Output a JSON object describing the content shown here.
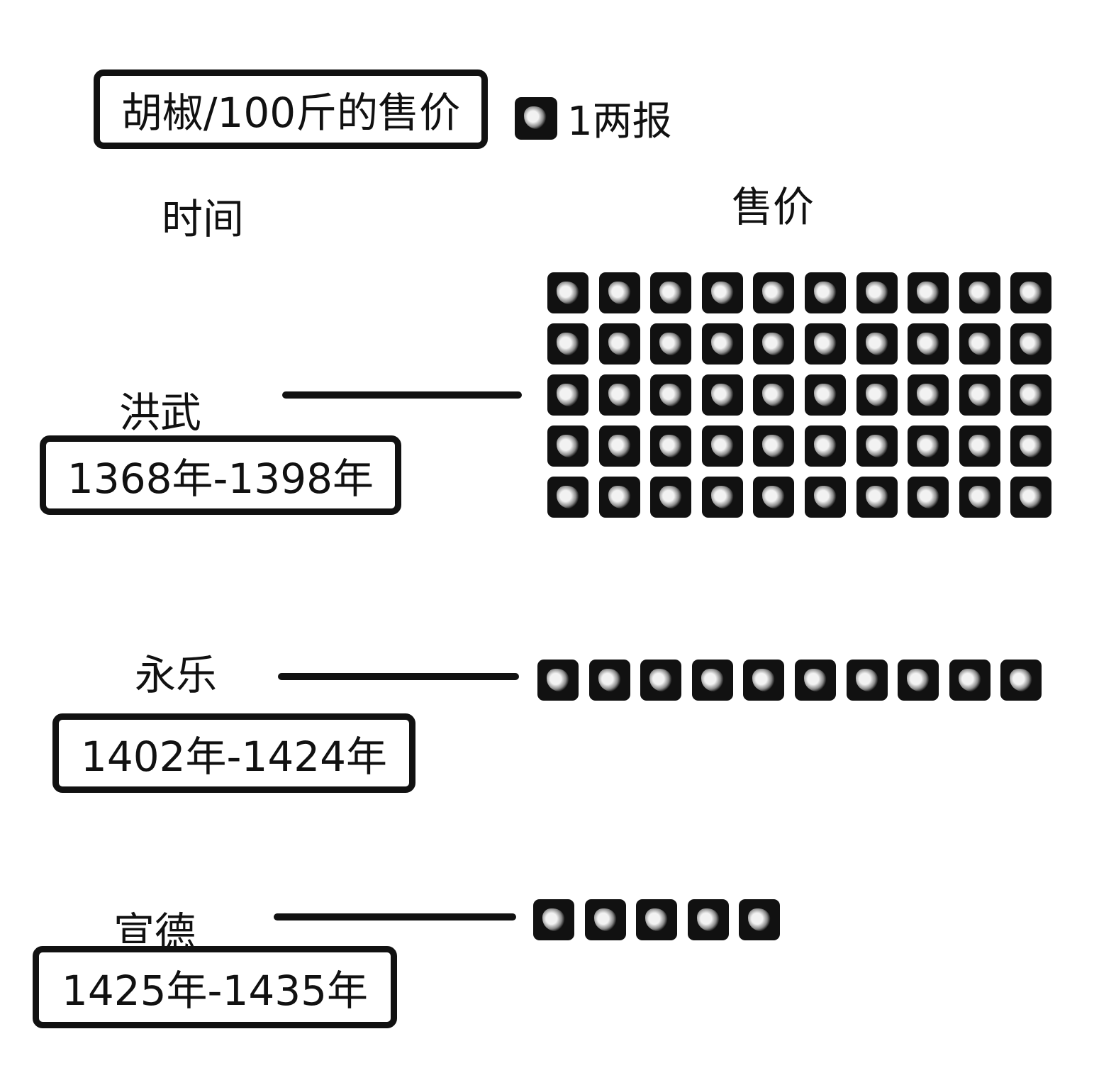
{
  "chart_data": {
    "type": "bar",
    "title": "胡椒/100斤的售价",
    "legend": {
      "label": "1两报"
    },
    "xlabel": "时间",
    "ylabel": "售价",
    "categories": [
      {
        "name": "洪武",
        "range": "1368年-1398年"
      },
      {
        "name": "永乐",
        "range": "1402年-1424年"
      },
      {
        "name": "宣德",
        "range": "1425年-1435年"
      }
    ],
    "values": [
      50,
      10,
      5
    ],
    "unit_per_icon": 1
  },
  "colors": {
    "ink": "#111111",
    "background": "#ffffff"
  },
  "icons": {
    "coin": "coin-icon"
  }
}
